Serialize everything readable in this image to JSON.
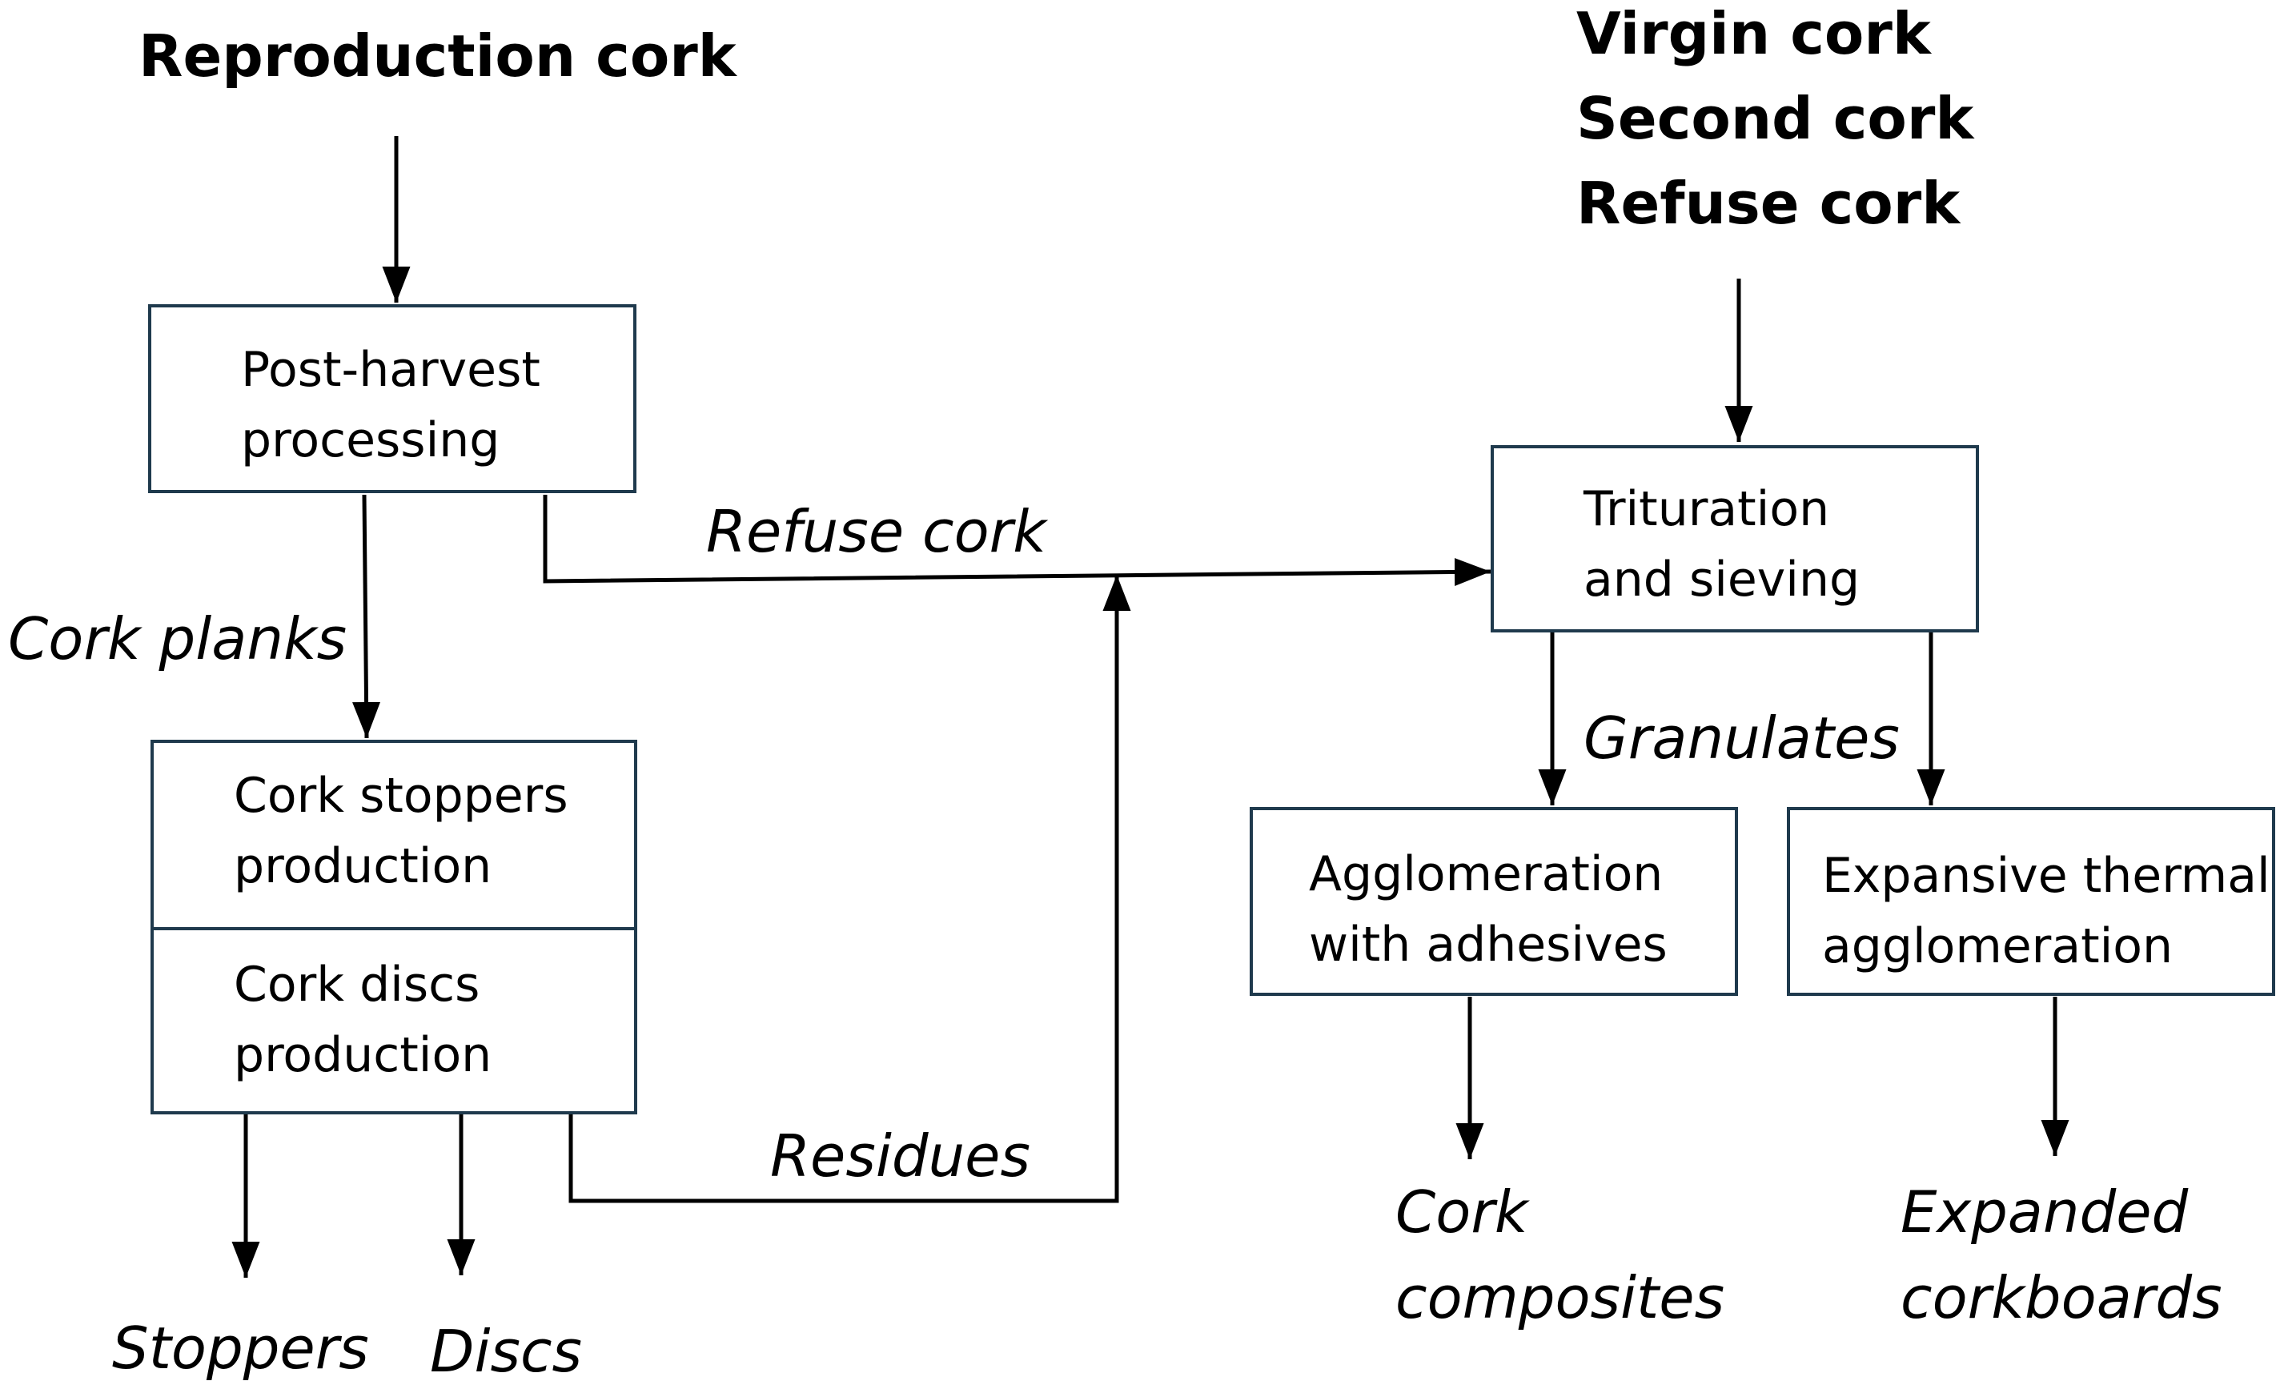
{
  "sources": {
    "reproduction_cork": "Reproduction cork",
    "virgin_cork": "Virgin cork",
    "second_cork": "Second cork",
    "refuse_cork": "Refuse cork"
  },
  "boxes": {
    "post_harvest": [
      "Post-harvest",
      "processing"
    ],
    "cork_stoppers": [
      "Cork stoppers",
      "production"
    ],
    "cork_discs": [
      "Cork discs",
      "production"
    ],
    "trituration": [
      "Trituration",
      "and sieving"
    ],
    "agglomeration_adhesives": [
      "Agglomeration",
      "with adhesives"
    ],
    "expansive_thermal": [
      "Expansive thermal",
      "agglomeration"
    ]
  },
  "flow_labels": {
    "refuse_cork": "Refuse cork",
    "cork_planks": "Cork planks",
    "residues": "Residues",
    "granulates": "Granulates"
  },
  "outputs": {
    "stoppers": "Stoppers",
    "discs": "Discs",
    "cork_composites": [
      "Cork",
      "composites"
    ],
    "expanded_corkboards": [
      "Expanded",
      "corkboards"
    ]
  }
}
